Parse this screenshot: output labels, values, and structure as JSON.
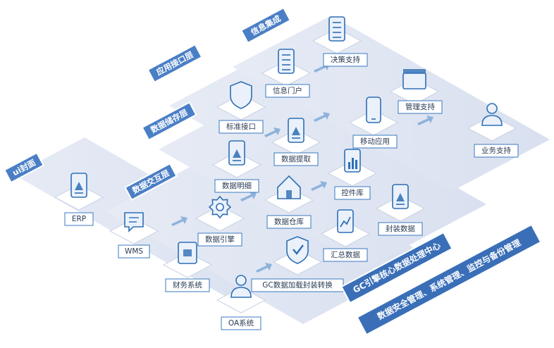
{
  "colors": {
    "band": "#dfe5f2",
    "tile": "#ffffff",
    "tile_edge": "#c9d2e4",
    "icon_fill": "#eaf1fb",
    "icon_stroke": "#2e6fb5",
    "arrow": "#8eb2dc",
    "label_border": "#3a78c0",
    "layer_fill": "#4a7fc6",
    "banner_fill": "#3a6fb8"
  },
  "layers": {
    "ui": "ui封面",
    "exchange": "数据交互层",
    "storage": "数据储存层",
    "interface": "应用接口层",
    "integration": "信息集成"
  },
  "nodes": {
    "erp": "ERP",
    "wms": "WMS",
    "finance": "财务系统",
    "oa": "OA系统",
    "engine": "数据引擎",
    "gc_convert": "GC数据加载封装转换",
    "detail": "数据明细",
    "warehouse": "数据仓库",
    "summary": "汇总数据",
    "extract": "数据提取",
    "widget_lib": "控件库",
    "package": "封装数据",
    "std_interface": "标准接口",
    "portal": "信息门户",
    "mobile": "移动应用",
    "decision": "决策支持",
    "management": "管理支持",
    "business": "业务支持"
  },
  "banners": {
    "gc_core": "GC引擎核心数据处理中心",
    "security": "数据安全管理、系统管理、监控与备份管理"
  }
}
